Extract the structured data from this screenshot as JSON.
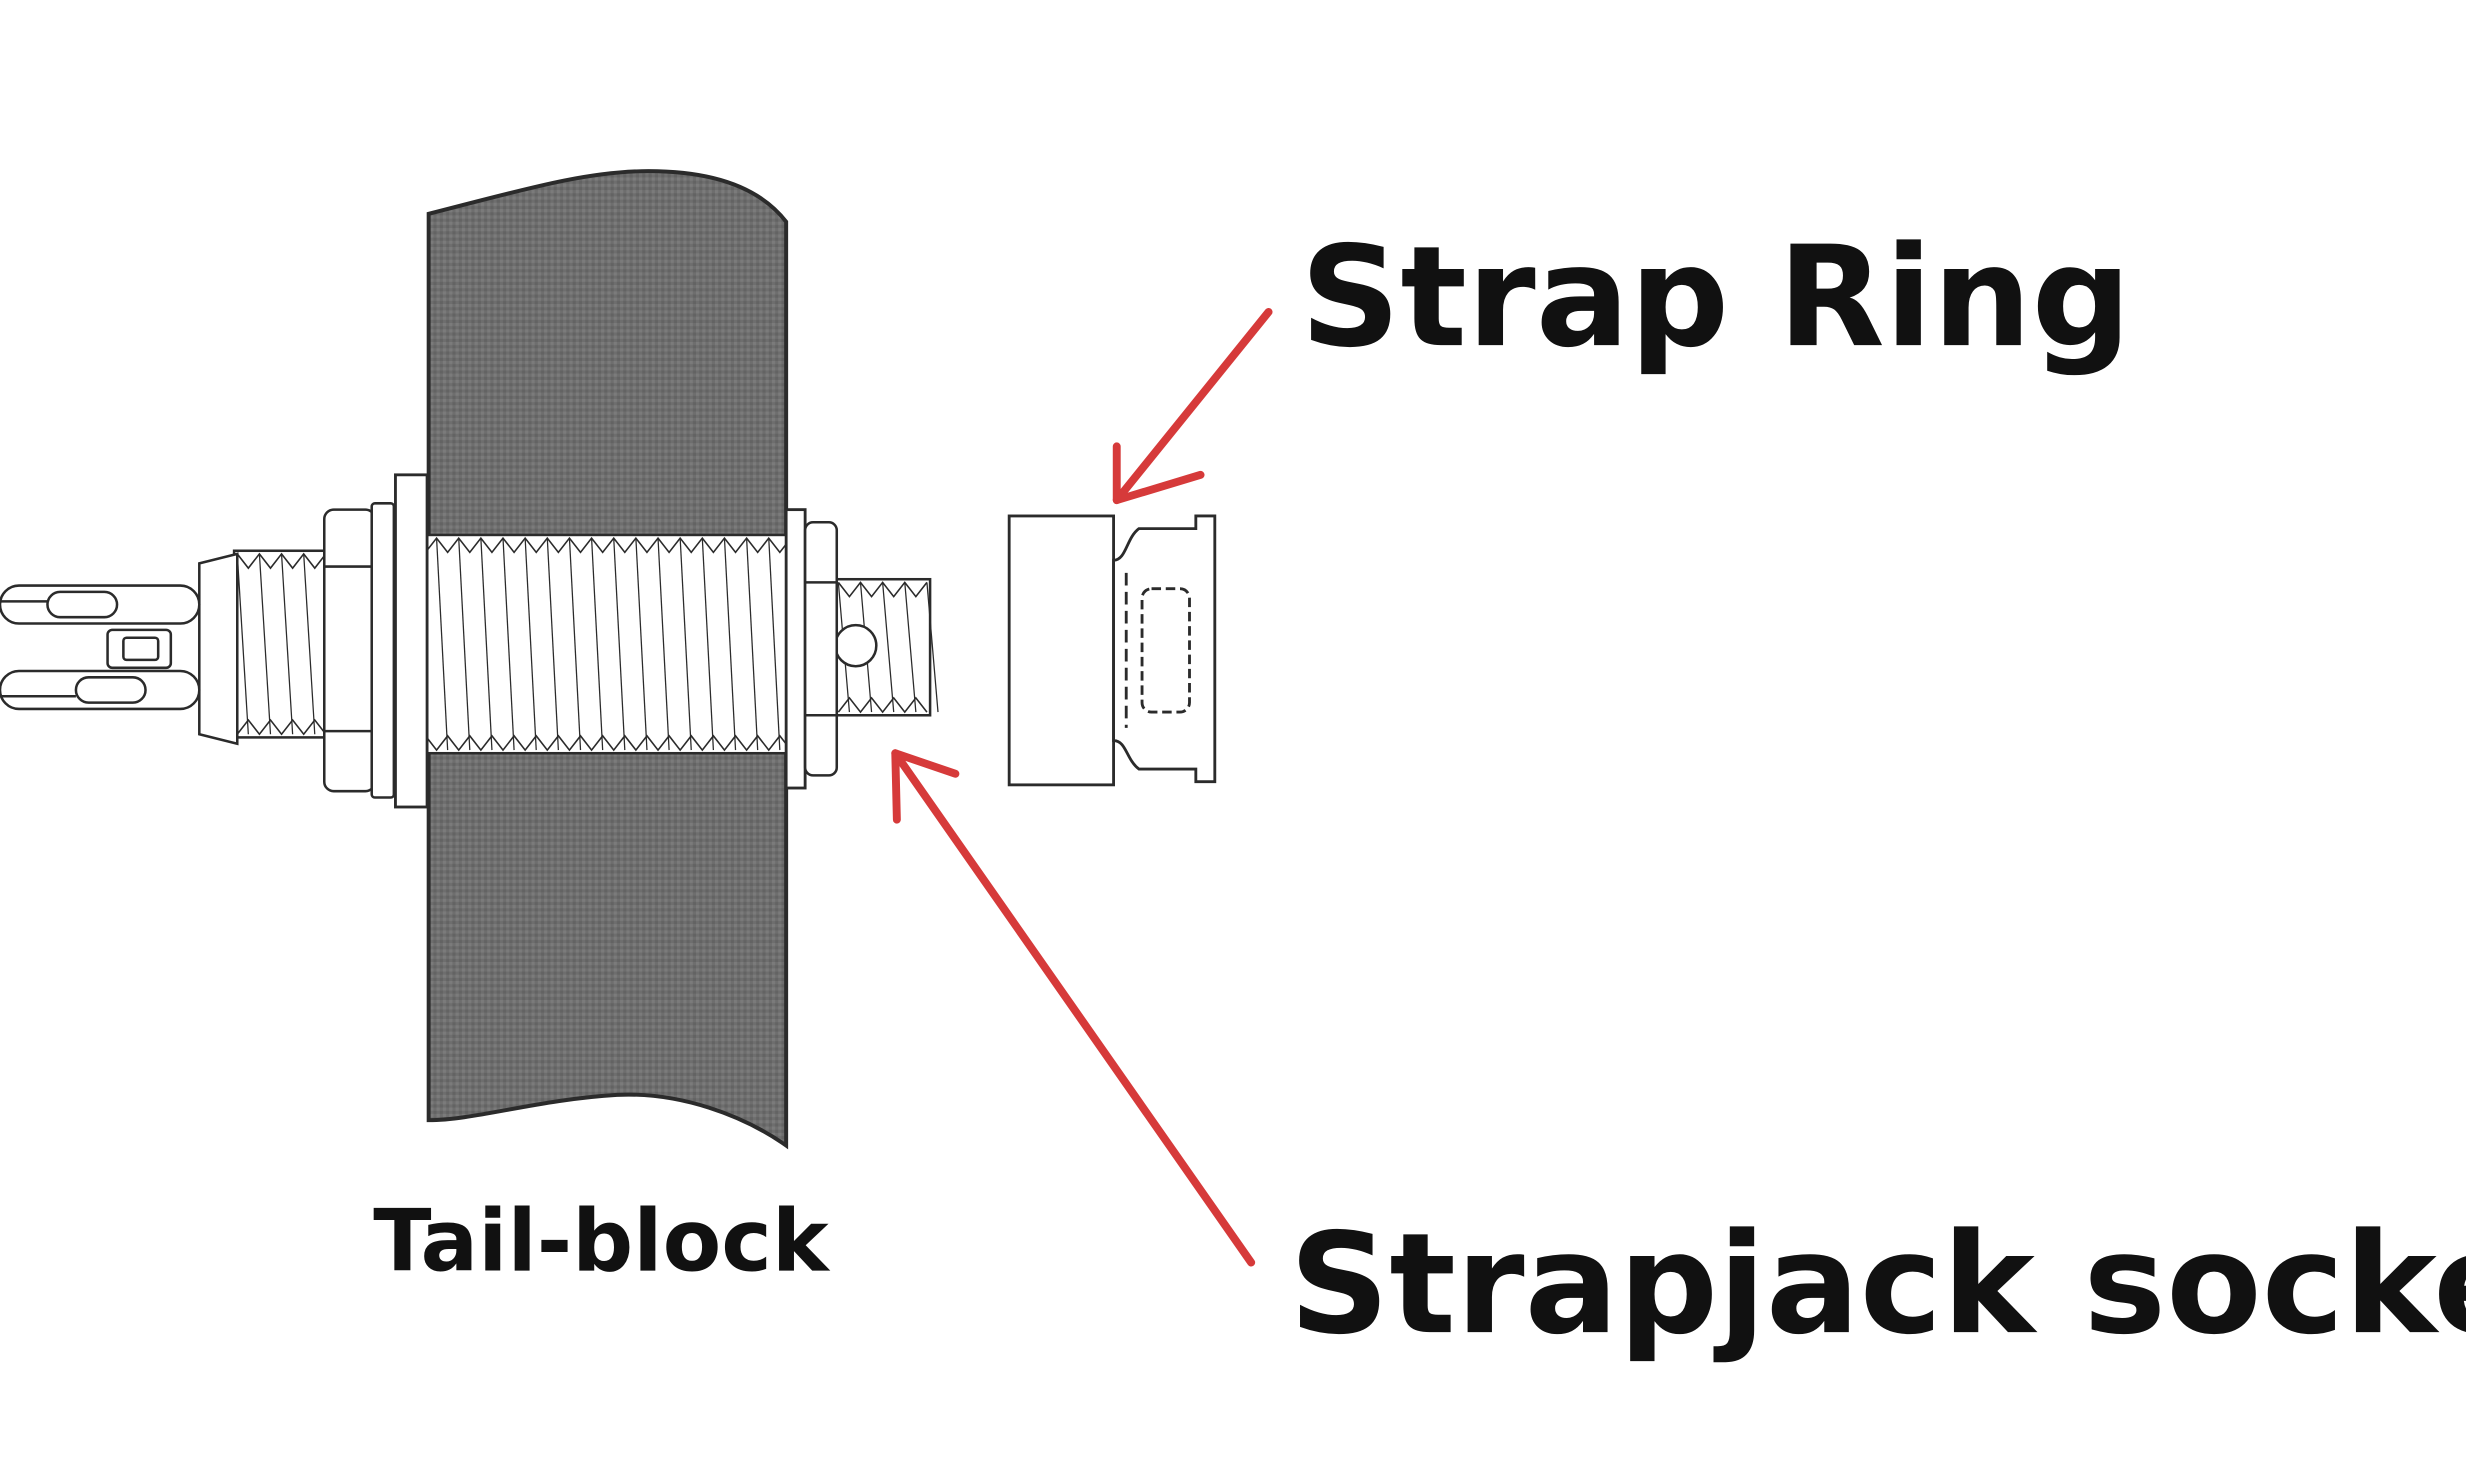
{
  "labels": {
    "strap_ring": "Strap Ring",
    "strapjack_socket": "Strapjack socket",
    "tail_block": "Tail-block"
  },
  "colors": {
    "background": "#ffffff",
    "wood": "#6f6f6f",
    "outline": "#2b2b2b",
    "arrow": "#d63a3a",
    "text": "#111111"
  }
}
